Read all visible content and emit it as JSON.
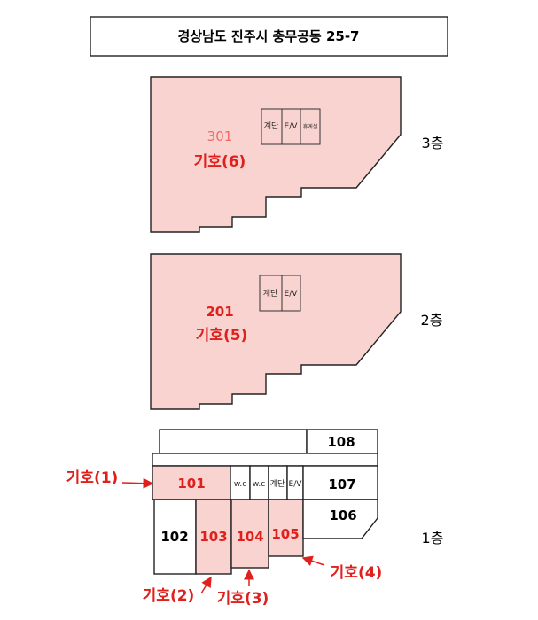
{
  "address": "경상남도 진주시 충무공동 25-7",
  "floors": {
    "third": {
      "label": "3층",
      "unit": "301",
      "code": "기호(6)",
      "rooms": {
        "stairs": "계단",
        "elevator": "E/V",
        "small_room": "휴게실"
      }
    },
    "second": {
      "label": "2층",
      "unit": "201",
      "code": "기호(5)",
      "rooms": {
        "stairs": "계단",
        "elevator": "E/V"
      }
    },
    "first": {
      "label": "1층",
      "units": {
        "u101": "101",
        "u102": "102",
        "u103": "103",
        "u104": "104",
        "u105": "105",
        "u106": "106",
        "u107": "107",
        "u108": "108"
      },
      "rooms": {
        "wc1": "w.c",
        "wc2": "w.c",
        "stairs": "계단",
        "elevator": "E/V"
      },
      "codes": {
        "c1": "기호(1)",
        "c2": "기호(2)",
        "c3": "기호(3)",
        "c4": "기호(4)"
      }
    }
  },
  "colors": {
    "highlight_fill": "#f9d3cf",
    "label_red": "#e0201c",
    "outline": "#222222"
  }
}
